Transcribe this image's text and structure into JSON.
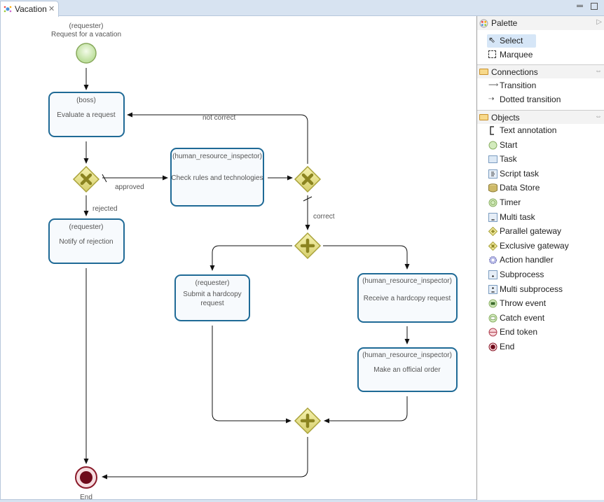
{
  "tab": {
    "title": "Vacation",
    "close": "✕"
  },
  "diagram": {
    "start": {
      "role": "(requester)",
      "label": "Request for a vacation"
    },
    "tasks": [
      {
        "role": "(boss)",
        "label": "Evaluate a request"
      },
      {
        "role": "(human_resource_inspector)",
        "label": "Check rules and technologies"
      },
      {
        "role": "(requester)",
        "label": "Notify of rejection"
      },
      {
        "role": "(requester)",
        "label": "Submit a hardcopy",
        "label2": "request"
      },
      {
        "role": "(human_resource_inspector)",
        "label": "Receive a hardcopy request"
      },
      {
        "role": "(human_resource_inspector)",
        "label": "Make an official order"
      }
    ],
    "transitions": {
      "approved": "approved",
      "rejected": "rejected",
      "not_correct": "not correct",
      "correct": "correct"
    },
    "end": {
      "label": "End"
    },
    "colors": {
      "task_border": "#1f6a96",
      "task_fill": "#f7fafd",
      "gateway": "#c9c35e",
      "end": "#7a0a1c",
      "start": "#cde6b0"
    }
  },
  "palette": {
    "title": "Palette",
    "tools": [
      {
        "label": "Select",
        "icon": "cursor-icon"
      },
      {
        "label": "Marquee",
        "icon": "marquee-icon"
      }
    ],
    "connections": {
      "title": "Connections",
      "items": [
        {
          "label": "Transition",
          "icon": "transition-icon"
        },
        {
          "label": "Dotted transition",
          "icon": "dotted-transition-icon"
        }
      ]
    },
    "objects": {
      "title": "Objects",
      "items": [
        {
          "label": "Text annotation",
          "icon": "annotation-icon"
        },
        {
          "label": "Start",
          "icon": "start-icon"
        },
        {
          "label": "Task",
          "icon": "task-icon"
        },
        {
          "label": "Script task",
          "icon": "script-task-icon"
        },
        {
          "label": "Data Store",
          "icon": "data-store-icon"
        },
        {
          "label": "Timer",
          "icon": "timer-icon"
        },
        {
          "label": "Multi task",
          "icon": "multi-task-icon"
        },
        {
          "label": "Parallel gateway",
          "icon": "parallel-gateway-icon"
        },
        {
          "label": "Exclusive gateway",
          "icon": "exclusive-gateway-icon"
        },
        {
          "label": "Action handler",
          "icon": "gear-icon"
        },
        {
          "label": "Subprocess",
          "icon": "subprocess-icon"
        },
        {
          "label": "Multi subprocess",
          "icon": "multi-subprocess-icon"
        },
        {
          "label": "Throw event",
          "icon": "throw-event-icon"
        },
        {
          "label": "Catch event",
          "icon": "catch-event-icon"
        },
        {
          "label": "End token",
          "icon": "end-token-icon"
        },
        {
          "label": "End",
          "icon": "end-icon"
        }
      ]
    }
  }
}
